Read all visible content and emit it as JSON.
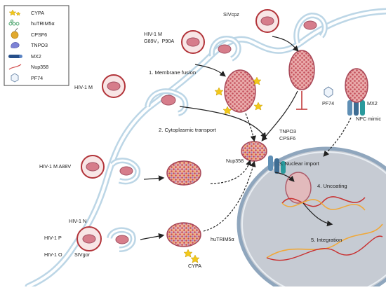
{
  "legend": {
    "items": [
      {
        "label": "CYPA",
        "icon": "cypa-icon"
      },
      {
        "label": "huTRIM5α",
        "icon": "trim5a-icon"
      },
      {
        "label": "CPSF6",
        "icon": "cpsf6-icon"
      },
      {
        "label": "TNPO3",
        "icon": "tnpo3-icon"
      },
      {
        "label": "MX2",
        "icon": "mx2-icon"
      },
      {
        "label": "Nup358",
        "icon": "nup358-icon"
      },
      {
        "label": "PF74",
        "icon": "pf74-icon"
      }
    ]
  },
  "virus_labels": {
    "hiv1m": "HIV-1 M",
    "hiv1m_g89v": "HIV-1 M\nG89V，P90A",
    "sivcpz": "SIVcpz",
    "hiv1m_a88v": "HIV-1 M A88V",
    "hiv1n": "HIV-1 N",
    "hiv1p": "HIV-1 P",
    "hiv1o": "HIV-1 O",
    "sivgor": "SIVgor"
  },
  "steps": {
    "membrane_fusion": "1.  Membrane fusion",
    "cytoplasmic_transport": "2. Cytoplasmic transport",
    "nuclear_import": "3. Nuclear import",
    "uncoating": "4. Uncoating",
    "integration": "5. Integration"
  },
  "factors": {
    "pf74": "PF74",
    "mx2": "MX2",
    "npc_mimic": "NPC mimic",
    "tnpo3": "TNPO3",
    "cpsf6": "CPSF6",
    "nup358": "Nup358",
    "hutrim5a": "huTRIM5α",
    "cypa": "CYPA"
  },
  "colors": {
    "membrane": "#bcd6e6",
    "capsid": "#d97a86",
    "cypa": "#f2c81a",
    "nucleus": "#c6cbd3",
    "rna": "#c83030"
  }
}
